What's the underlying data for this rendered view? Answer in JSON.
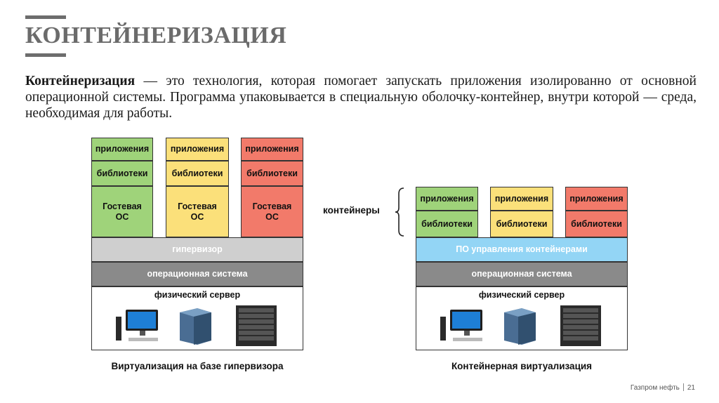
{
  "header": {
    "title": "КОНТЕЙНЕРИЗАЦИЯ"
  },
  "intro": {
    "term": "Контейнеризация",
    "text": " — это технология, которая помогает запускать приложения изолированно от основной операционной системы. Программа упаковывается в специальную оболочку-контейнер, внутри которой — среда, необходимая для работы."
  },
  "left_diagram": {
    "columns": [
      {
        "apps": "приложения",
        "libs": "библиотеки",
        "guest_os": "Гостевая ОС",
        "color": "#9fd37a"
      },
      {
        "apps": "приложения",
        "libs": "библиотеки",
        "guest_os": "Гостевая ОС",
        "color": "#fbe07a"
      },
      {
        "apps": "приложения",
        "libs": "библиотеки",
        "guest_os": "Гостевая ОС",
        "color": "#f27a6a"
      }
    ],
    "hypervisor": "гипервизор",
    "os": "операционная система",
    "server": "физический сервер",
    "caption": "Виртуализация на базе гипервизора"
  },
  "right_diagram": {
    "containers_label": "контейнеры",
    "columns": [
      {
        "apps": "приложения",
        "libs": "библиотеки",
        "color": "#9fd37a"
      },
      {
        "apps": "приложения",
        "libs": "библиотеки",
        "color": "#fbe07a"
      },
      {
        "apps": "приложения",
        "libs": "библиотеки",
        "color": "#f27a6a"
      }
    ],
    "container_mgmt": "ПО управления контейнерами",
    "os": "операционная система",
    "server": "физический сервер",
    "caption": "Контейнерная виртуализация"
  },
  "footer": {
    "company": "Газпром нефть",
    "page": "21"
  }
}
